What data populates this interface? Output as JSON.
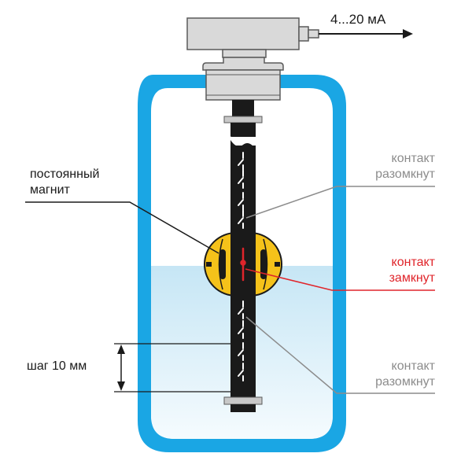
{
  "output_signal": "4...20 мА",
  "magnet_label": [
    "постоянный",
    "магнит"
  ],
  "step_label": "шаг 10 мм",
  "contact_open_top": [
    "контакт",
    "разомкнут"
  ],
  "contact_closed": [
    "контакт",
    "замкнут"
  ],
  "contact_open_bottom": [
    "контакт",
    "разомкнут"
  ],
  "colors": {
    "tank": "#1aa6e4",
    "liquid_top": "#cbe8f6",
    "liquid_bottom": "#f2fafd",
    "float": "#f5c21a",
    "rod": "#1a1a1a",
    "leader_gray": "#8c8c8c",
    "leader_red": "#e0252b",
    "housing": "#d9d9d9"
  }
}
